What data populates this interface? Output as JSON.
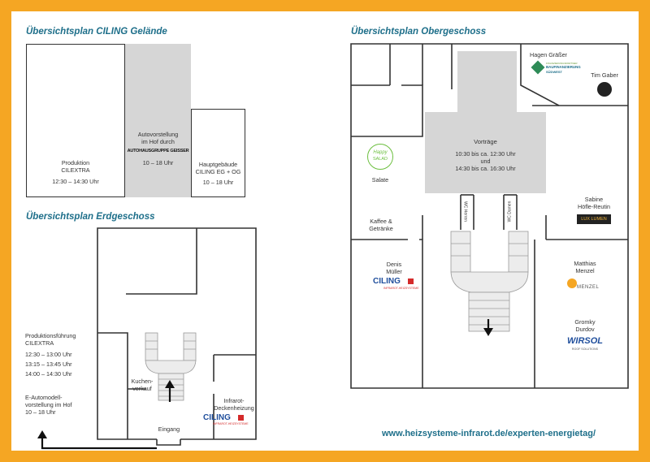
{
  "titles": {
    "gelaende": "Übersichtsplan CILING Gelände",
    "erdgeschoss": "Übersichtsplan Erdgeschoss",
    "obergeschoss": "Übersichtsplan Obergeschoss"
  },
  "gelaende": {
    "produktion": {
      "line1": "Produktion",
      "line2": "CILEXTRA",
      "time": "12:30 – 14:30 Uhr"
    },
    "auto": {
      "line1": "Autovorstellung",
      "line2": "im Hof durch",
      "logo": "AUTOHAUSGRUPPE GEISSER",
      "time": "10 – 18 Uhr"
    },
    "haupt": {
      "line1": "Hauptgebäude",
      "line2": "CILING EG + OG",
      "time": "10 – 18 Uhr"
    }
  },
  "eg": {
    "fuehrung": {
      "line1": "Produktionsführung",
      "line2": "CILEXTRA",
      "t1": "12:30 – 13:00 Uhr",
      "t2": "13:15 – 13:45 Uhr",
      "t3": "14:00 – 14:30 Uhr"
    },
    "emodell": {
      "line1": "E-Automodell-",
      "line2": "vorstellung im Hof",
      "time": "10 – 18 Uhr"
    },
    "kuchen": {
      "line1": "Kuchen-",
      "line2": "verkauf"
    },
    "infrarot": {
      "line1": "Infrarot-",
      "line2": "Deckenheizung"
    },
    "eingang": "Eingang",
    "ciling_logo": "CILING",
    "ciling_sub": "INFRAROT-HEIZSYSTEME"
  },
  "og": {
    "graesser": "Hagen Gräßer",
    "baufinanz_top": "FINANZIERUNGSPARTNER",
    "baufinanz": "BAUFINANZIERUNG",
    "suedwest": "SÜDWEST",
    "gaber": "Tim Gaber",
    "vortraege": {
      "title": "Vorträge",
      "l1": "10:30 bis ca. 12:30 Uhr",
      "l2": "und",
      "l3": "14:30 bis ca. 16:30 Uhr"
    },
    "happy": "Happy",
    "salad": "SALAD",
    "salate": "Salate",
    "kaffee": {
      "line1": "Kaffee &",
      "line2": "Getränke"
    },
    "wc_herren": "WC Herren",
    "wc_damen": "WC Damen",
    "sabine": {
      "line1": "Sabine",
      "line2": "Höfle-Reutin"
    },
    "luxlumen": "LUX LUMEN",
    "denis": {
      "line1": "Denis",
      "line2": "Müller"
    },
    "ciling_logo": "CILING",
    "ciling_sub": "INFRAROT-HEIZSYSTEME",
    "matthias": {
      "line1": "Matthias",
      "line2": "Menzel"
    },
    "menzel_logo": "MENZEL",
    "gromky": {
      "line1": "Gromky",
      "line2": "Durdov"
    },
    "wirsol": "WIRSOL",
    "wirsol_sub": "ROOF SOLUTIONS"
  },
  "url": "www.heizsysteme-infrarot.de/experten-energietag/",
  "colors": {
    "frame": "#f5a623",
    "title": "#1e6f8a",
    "wall": "#333333",
    "gray": "#d6d6d6",
    "ciling_blue": "#1f4e9c",
    "ciling_red": "#d42a2a",
    "green": "#6cbf3f"
  }
}
